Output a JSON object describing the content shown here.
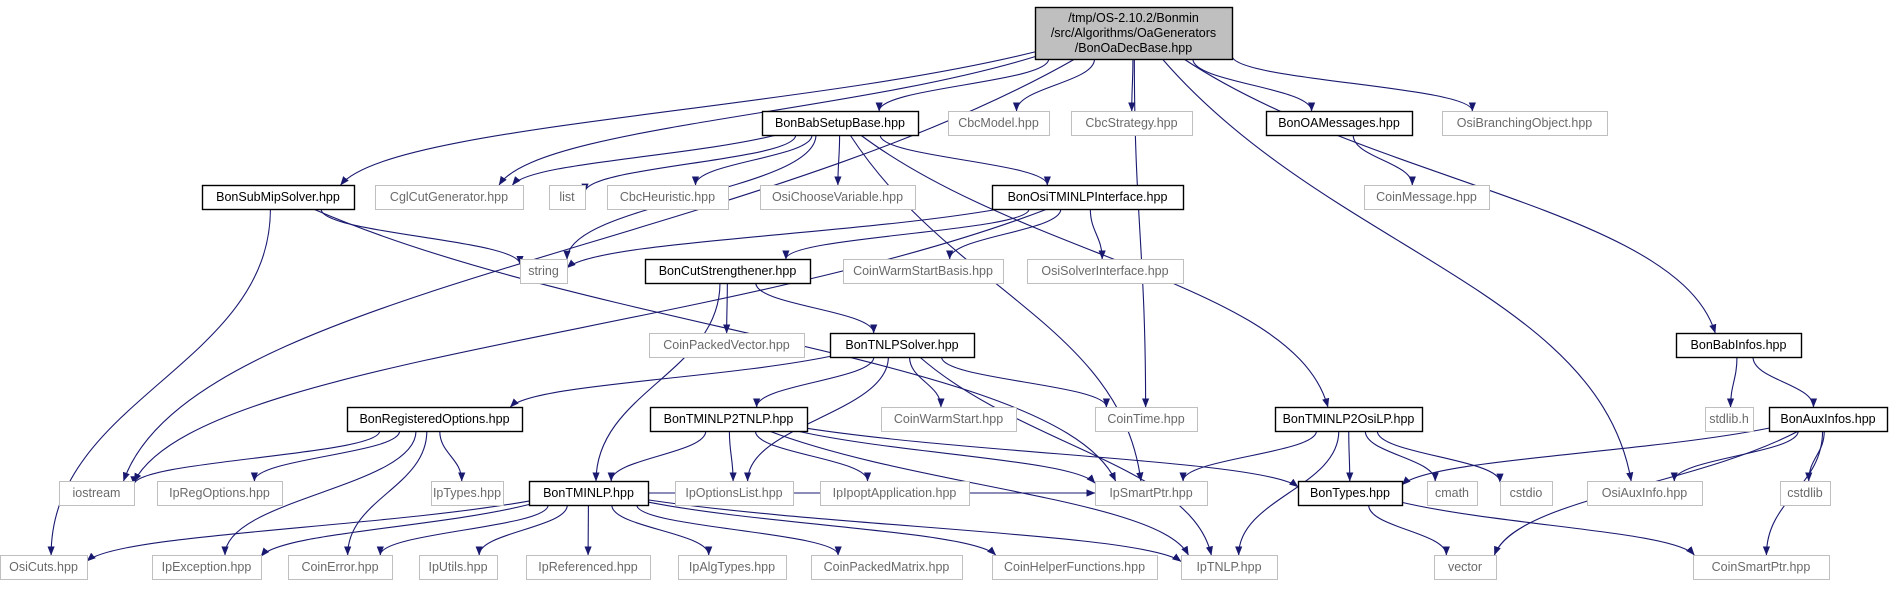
{
  "graph": {
    "nodes": [
      {
        "id": "root",
        "lines": [
          "/tmp/OS-2.10.2/Bonmin",
          "/src/Algorithms/OaGenerators",
          "/BonOaDecBase.hpp"
        ],
        "kind": "root"
      },
      {
        "id": "BonBabSetupBase",
        "lines": [
          "BonBabSetupBase.hpp"
        ],
        "kind": "doc"
      },
      {
        "id": "CbcModel",
        "lines": [
          "CbcModel.hpp"
        ],
        "kind": "ext"
      },
      {
        "id": "CbcStrategy",
        "lines": [
          "CbcStrategy.hpp"
        ],
        "kind": "ext"
      },
      {
        "id": "BonOAMessages",
        "lines": [
          "BonOAMessages.hpp"
        ],
        "kind": "doc"
      },
      {
        "id": "OsiBranchingObject",
        "lines": [
          "OsiBranchingObject.hpp"
        ],
        "kind": "ext"
      },
      {
        "id": "BonSubMipSolver",
        "lines": [
          "BonSubMipSolver.hpp"
        ],
        "kind": "doc"
      },
      {
        "id": "CglCutGenerator",
        "lines": [
          "CglCutGenerator.hpp"
        ],
        "kind": "ext"
      },
      {
        "id": "list",
        "lines": [
          "list"
        ],
        "kind": "ext"
      },
      {
        "id": "CbcHeuristic",
        "lines": [
          "CbcHeuristic.hpp"
        ],
        "kind": "ext"
      },
      {
        "id": "OsiChooseVariable",
        "lines": [
          "OsiChooseVariable.hpp"
        ],
        "kind": "ext"
      },
      {
        "id": "BonOsiTMINLPInterface",
        "lines": [
          "BonOsiTMINLPInterface.hpp"
        ],
        "kind": "doc"
      },
      {
        "id": "CoinMessage",
        "lines": [
          "CoinMessage.hpp"
        ],
        "kind": "ext"
      },
      {
        "id": "string",
        "lines": [
          "string"
        ],
        "kind": "ext"
      },
      {
        "id": "BonCutStrengthener",
        "lines": [
          "BonCutStrengthener.hpp"
        ],
        "kind": "doc"
      },
      {
        "id": "CoinWarmStartBasis",
        "lines": [
          "CoinWarmStartBasis.hpp"
        ],
        "kind": "ext"
      },
      {
        "id": "OsiSolverInterface",
        "lines": [
          "OsiSolverInterface.hpp"
        ],
        "kind": "ext"
      },
      {
        "id": "CoinPackedVector",
        "lines": [
          "CoinPackedVector.hpp"
        ],
        "kind": "ext"
      },
      {
        "id": "BonTNLPSolver",
        "lines": [
          "BonTNLPSolver.hpp"
        ],
        "kind": "doc"
      },
      {
        "id": "BonBabInfos",
        "lines": [
          "BonBabInfos.hpp"
        ],
        "kind": "doc"
      },
      {
        "id": "BonRegisteredOptions",
        "lines": [
          "BonRegisteredOptions.hpp"
        ],
        "kind": "doc"
      },
      {
        "id": "BonTMINLP2TNLP",
        "lines": [
          "BonTMINLP2TNLP.hpp"
        ],
        "kind": "doc"
      },
      {
        "id": "CoinWarmStart",
        "lines": [
          "CoinWarmStart.hpp"
        ],
        "kind": "ext"
      },
      {
        "id": "CoinTime",
        "lines": [
          "CoinTime.hpp"
        ],
        "kind": "ext"
      },
      {
        "id": "BonTMINLP2OsiLP",
        "lines": [
          "BonTMINLP2OsiLP.hpp"
        ],
        "kind": "doc"
      },
      {
        "id": "stdlibh",
        "lines": [
          "stdlib.h"
        ],
        "kind": "ext"
      },
      {
        "id": "BonAuxInfos",
        "lines": [
          "BonAuxInfos.hpp"
        ],
        "kind": "doc"
      },
      {
        "id": "iostream",
        "lines": [
          "iostream"
        ],
        "kind": "ext"
      },
      {
        "id": "IpRegOptions",
        "lines": [
          "IpRegOptions.hpp"
        ],
        "kind": "ext"
      },
      {
        "id": "IpTypes",
        "lines": [
          "IpTypes.hpp"
        ],
        "kind": "ext"
      },
      {
        "id": "BonTMINLP",
        "lines": [
          "BonTMINLP.hpp"
        ],
        "kind": "doc"
      },
      {
        "id": "IpOptionsList",
        "lines": [
          "IpOptionsList.hpp"
        ],
        "kind": "ext"
      },
      {
        "id": "IpIpoptApplication",
        "lines": [
          "IpIpoptApplication.hpp"
        ],
        "kind": "ext"
      },
      {
        "id": "IpSmartPtr",
        "lines": [
          "IpSmartPtr.hpp"
        ],
        "kind": "ext"
      },
      {
        "id": "BonTypes",
        "lines": [
          "BonTypes.hpp"
        ],
        "kind": "doc"
      },
      {
        "id": "cmath",
        "lines": [
          "cmath"
        ],
        "kind": "ext"
      },
      {
        "id": "cstdio",
        "lines": [
          "cstdio"
        ],
        "kind": "ext"
      },
      {
        "id": "OsiAuxInfo",
        "lines": [
          "OsiAuxInfo.hpp"
        ],
        "kind": "ext"
      },
      {
        "id": "cstdlib",
        "lines": [
          "cstdlib"
        ],
        "kind": "ext"
      },
      {
        "id": "OsiCuts",
        "lines": [
          "OsiCuts.hpp"
        ],
        "kind": "ext"
      },
      {
        "id": "IpException",
        "lines": [
          "IpException.hpp"
        ],
        "kind": "ext"
      },
      {
        "id": "CoinError",
        "lines": [
          "CoinError.hpp"
        ],
        "kind": "ext"
      },
      {
        "id": "IpUtils",
        "lines": [
          "IpUtils.hpp"
        ],
        "kind": "ext"
      },
      {
        "id": "IpReferenced",
        "lines": [
          "IpReferenced.hpp"
        ],
        "kind": "ext"
      },
      {
        "id": "IpAlgTypes",
        "lines": [
          "IpAlgTypes.hpp"
        ],
        "kind": "ext"
      },
      {
        "id": "CoinPackedMatrix",
        "lines": [
          "CoinPackedMatrix.hpp"
        ],
        "kind": "ext"
      },
      {
        "id": "CoinHelperFunctions",
        "lines": [
          "CoinHelperFunctions.hpp"
        ],
        "kind": "ext"
      },
      {
        "id": "IpTNLP",
        "lines": [
          "IpTNLP.hpp"
        ],
        "kind": "ext"
      },
      {
        "id": "vector",
        "lines": [
          "vector"
        ],
        "kind": "ext"
      },
      {
        "id": "CoinSmartPtr",
        "lines": [
          "CoinSmartPtr.hpp"
        ],
        "kind": "ext"
      }
    ],
    "edges": [
      [
        "root",
        "BonBabSetupBase"
      ],
      [
        "root",
        "CbcModel"
      ],
      [
        "root",
        "CbcStrategy"
      ],
      [
        "root",
        "BonOAMessages"
      ],
      [
        "root",
        "OsiBranchingObject"
      ],
      [
        "root",
        "BonSubMipSolver"
      ],
      [
        "root",
        "CglCutGenerator"
      ],
      [
        "root",
        "iostream"
      ],
      [
        "root",
        "CoinTime"
      ],
      [
        "root",
        "OsiAuxInfo"
      ],
      [
        "root",
        "BonBabInfos"
      ],
      [
        "BonBabSetupBase",
        "CglCutGenerator"
      ],
      [
        "BonBabSetupBase",
        "list"
      ],
      [
        "BonBabSetupBase",
        "CbcHeuristic"
      ],
      [
        "BonBabSetupBase",
        "OsiChooseVariable"
      ],
      [
        "BonBabSetupBase",
        "BonOsiTMINLPInterface"
      ],
      [
        "BonBabSetupBase",
        "string"
      ],
      [
        "BonBabSetupBase",
        "IpSmartPtr"
      ],
      [
        "BonBabSetupBase",
        "BonTMINLP2OsiLP"
      ],
      [
        "BonOAMessages",
        "CoinMessage"
      ],
      [
        "BonSubMipSolver",
        "OsiCuts"
      ],
      [
        "BonSubMipSolver",
        "string"
      ],
      [
        "BonSubMipSolver",
        "IpSmartPtr"
      ],
      [
        "BonOsiTMINLPInterface",
        "string"
      ],
      [
        "BonOsiTMINLPInterface",
        "iostream"
      ],
      [
        "BonOsiTMINLPInterface",
        "BonCutStrengthener"
      ],
      [
        "BonOsiTMINLPInterface",
        "CoinWarmStartBasis"
      ],
      [
        "BonOsiTMINLPInterface",
        "OsiSolverInterface"
      ],
      [
        "BonCutStrengthener",
        "CoinPackedVector"
      ],
      [
        "BonCutStrengthener",
        "BonTNLPSolver"
      ],
      [
        "BonCutStrengthener",
        "BonTMINLP"
      ],
      [
        "BonTNLPSolver",
        "BonRegisteredOptions"
      ],
      [
        "BonTNLPSolver",
        "IpOptionsList"
      ],
      [
        "BonTNLPSolver",
        "BonTMINLP2TNLP"
      ],
      [
        "BonTNLPSolver",
        "CoinWarmStart"
      ],
      [
        "BonTNLPSolver",
        "CoinTime"
      ],
      [
        "BonTNLPSolver",
        "IpTNLP"
      ],
      [
        "BonRegisteredOptions",
        "iostream"
      ],
      [
        "BonRegisteredOptions",
        "IpRegOptions"
      ],
      [
        "BonRegisteredOptions",
        "IpTypes"
      ],
      [
        "BonRegisteredOptions",
        "IpException"
      ],
      [
        "BonRegisteredOptions",
        "CoinError"
      ],
      [
        "BonTMINLP2TNLP",
        "BonTMINLP"
      ],
      [
        "BonTMINLP2TNLP",
        "IpOptionsList"
      ],
      [
        "BonTMINLP2TNLP",
        "IpIpoptApplication"
      ],
      [
        "BonTMINLP2TNLP",
        "IpSmartPtr"
      ],
      [
        "BonTMINLP2TNLP",
        "IpTNLP"
      ],
      [
        "BonTMINLP2TNLP",
        "BonTypes"
      ],
      [
        "BonTMINLP",
        "OsiCuts"
      ],
      [
        "BonTMINLP",
        "IpException"
      ],
      [
        "BonTMINLP",
        "CoinError"
      ],
      [
        "BonTMINLP",
        "IpUtils"
      ],
      [
        "BonTMINLP",
        "IpReferenced"
      ],
      [
        "BonTMINLP",
        "IpAlgTypes"
      ],
      [
        "BonTMINLP",
        "CoinPackedMatrix"
      ],
      [
        "BonTMINLP",
        "CoinHelperFunctions"
      ],
      [
        "BonTMINLP",
        "IpTNLP"
      ],
      [
        "BonTMINLP",
        "IpSmartPtr"
      ],
      [
        "BonTMINLP2OsiLP",
        "IpSmartPtr"
      ],
      [
        "BonTMINLP2OsiLP",
        "BonTypes"
      ],
      [
        "BonTMINLP2OsiLP",
        "cmath"
      ],
      [
        "BonTMINLP2OsiLP",
        "cstdio"
      ],
      [
        "BonTMINLP2OsiLP",
        "IpTNLP"
      ],
      [
        "BonTypes",
        "vector"
      ],
      [
        "BonTypes",
        "CoinSmartPtr"
      ],
      [
        "BonBabInfos",
        "stdlibh"
      ],
      [
        "BonBabInfos",
        "BonAuxInfos"
      ],
      [
        "BonAuxInfos",
        "BonTypes"
      ],
      [
        "BonAuxInfos",
        "OsiAuxInfo"
      ],
      [
        "BonAuxInfos",
        "cstdlib"
      ],
      [
        "BonAuxInfos",
        "vector"
      ],
      [
        "BonAuxInfos",
        "CoinSmartPtr"
      ]
    ]
  }
}
